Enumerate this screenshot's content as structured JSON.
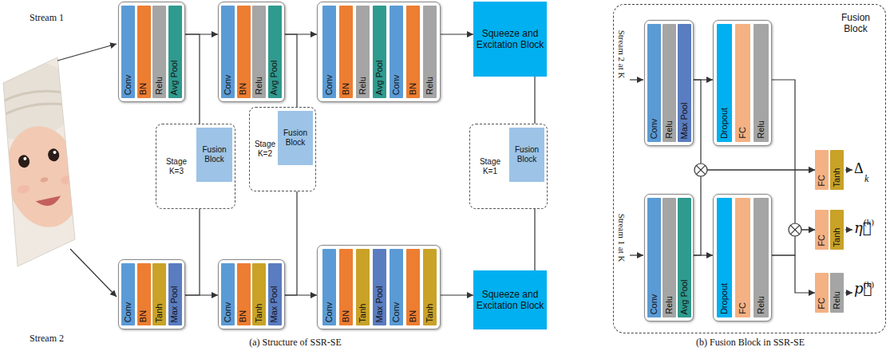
{
  "diagram": {
    "nodes": [
      {
        "text": []
      },
      {
        "text": [
          "Conv"
        ],
        "in": 0
      },
      {
        "text": [
          "BN"
        ],
        "in": 0
      },
      {
        "text": [
          "Relu"
        ],
        "in": 0
      },
      {
        "text": [
          "Avg Pool"
        ],
        "in": 0
      },
      {
        "text": []
      },
      {
        "text": [
          "Conv"
        ],
        "in": 5
      },
      {
        "text": [
          "BN"
        ],
        "in": 5
      },
      {
        "text": [
          "Relu"
        ],
        "in": 5
      },
      {
        "text": [
          "Avg Pool"
        ],
        "in": 5
      },
      {
        "text": []
      },
      {
        "text": [
          "Conv"
        ],
        "in": 10
      },
      {
        "text": [
          "BN"
        ],
        "in": 10
      },
      {
        "text": [
          "Relu"
        ],
        "in": 10
      },
      {
        "text": [
          "Avg Pool"
        ],
        "in": 10
      },
      {
        "text": [
          "Conv"
        ],
        "in": 10
      },
      {
        "text": [
          "BN"
        ],
        "in": 10
      },
      {
        "text": [
          "Relu"
        ],
        "in": 10
      },
      {
        "text": [
          "Squeeze and Excitation Block"
        ]
      },
      {
        "text": [
          "Stage K=3"
        ]
      },
      {
        "text": [
          "Fusion Block"
        ],
        "in": 19
      },
      {
        "text": [
          "Stage K=2"
        ]
      },
      {
        "text": [
          "Fusion Block"
        ],
        "in": 21
      },
      {
        "text": [
          "Stage K=1"
        ]
      },
      {
        "text": [
          "Fusion Block"
        ],
        "in": 23
      },
      {
        "text": []
      },
      {
        "text": [
          "Conv"
        ],
        "in": 25
      },
      {
        "text": [
          "BN"
        ],
        "in": 25
      },
      {
        "text": [
          "Tanh"
        ],
        "in": 25
      },
      {
        "text": [
          "Max Pool"
        ],
        "in": 25
      },
      {
        "text": []
      },
      {
        "text": [
          "Conv"
        ],
        "in": 30
      },
      {
        "text": [
          "BN"
        ],
        "in": 30
      },
      {
        "text": [
          "Tanh"
        ],
        "in": 30
      },
      {
        "text": [
          "Max Pool"
        ],
        "in": 30
      },
      {
        "text": []
      },
      {
        "text": [
          "Conv"
        ],
        "in": 35
      },
      {
        "text": [
          "BN"
        ],
        "in": 35
      },
      {
        "text": [
          "Tanh"
        ],
        "in": 35
      },
      {
        "text": [
          "Max Pool"
        ],
        "in": 35
      },
      {
        "text": [
          "Conv"
        ],
        "in": 35
      },
      {
        "text": [
          "BN"
        ],
        "in": 35
      },
      {
        "text": [
          "Tanh"
        ],
        "in": 35
      },
      {
        "text": [
          "Squeeze and Excitation Block"
        ]
      },
      {
        "text": [
          "Fusion Block"
        ]
      },
      {
        "text": [],
        "in": 44
      },
      {
        "text": [
          "Conv"
        ],
        "in": 45
      },
      {
        "text": [
          "Relu"
        ],
        "in": 45
      },
      {
        "text": [
          "Max Pool"
        ],
        "in": 45
      },
      {
        "text": [],
        "in": 44
      },
      {
        "text": [
          "Dropout"
        ],
        "in": 49
      },
      {
        "text": [
          "FC"
        ],
        "in": 49
      },
      {
        "text": [
          "Relu"
        ],
        "in": 49
      },
      {
        "text": [],
        "in": 44
      },
      {
        "text": [
          "Conv"
        ],
        "in": 53
      },
      {
        "text": [
          "Relu"
        ],
        "in": 53
      },
      {
        "text": [
          "Avg Pool"
        ],
        "in": 53
      },
      {
        "text": [],
        "in": 44
      },
      {
        "text": [
          "Dropout"
        ],
        "in": 57
      },
      {
        "text": [
          "FC"
        ],
        "in": 57
      },
      {
        "text": [
          "Relu"
        ],
        "in": 57
      },
      {
        "text": [
          "FC"
        ],
        "in": 44
      },
      {
        "text": [
          "Tanh"
        ],
        "in": 44
      },
      {
        "text": [
          "FC"
        ],
        "in": 44
      },
      {
        "text": [
          "Tanh"
        ],
        "in": 44
      },
      {
        "text": [
          "FC"
        ],
        "in": 44
      },
      {
        "text": [
          "Relu"
        ],
        "in": 44
      }
    ],
    "edges": [
      {
        "from": 0,
        "to": 5,
        "arrow": "to"
      },
      {
        "from": 5,
        "to": 10,
        "arrow": "to"
      },
      {
        "from": 10,
        "to": 18,
        "arrow": "to"
      },
      {
        "from": 25,
        "to": 30,
        "arrow": "to"
      },
      {
        "from": 30,
        "to": 35,
        "arrow": "to"
      },
      {
        "from": 35,
        "to": 43,
        "arrow": "to"
      },
      {
        "from": 0,
        "to": 19,
        "arrow": "none"
      },
      {
        "from": 25,
        "to": 19,
        "arrow": "none"
      },
      {
        "from": 5,
        "to": 21,
        "arrow": "none"
      },
      {
        "from": 30,
        "to": 21,
        "arrow": "none"
      },
      {
        "from": 18,
        "to": 23,
        "arrow": "none"
      },
      {
        "from": 43,
        "to": 23,
        "arrow": "none"
      },
      {
        "from": 45,
        "to": 49,
        "arrow": "to"
      },
      {
        "from": 53,
        "to": 57,
        "arrow": "to"
      },
      {
        "from": 45,
        "to": 61,
        "arrow": "to"
      },
      {
        "from": 53,
        "to": 61,
        "arrow": "to"
      },
      {
        "from": 49,
        "to": 63,
        "arrow": "to"
      },
      {
        "from": 57,
        "to": 63,
        "arrow": "to"
      },
      {
        "from": 57,
        "to": 65,
        "arrow": "to"
      }
    ],
    "labels": [
      "Stream 1",
      "Stream 2",
      "(a) Structure of SSR-SE",
      "(b) Fusion Block in SSR-SE",
      "Stream 2 at K",
      "Stream 1 at K",
      "Δ",
      "k",
      "η⃗",
      "(k)",
      "p⃗",
      "(k)"
    ]
  }
}
